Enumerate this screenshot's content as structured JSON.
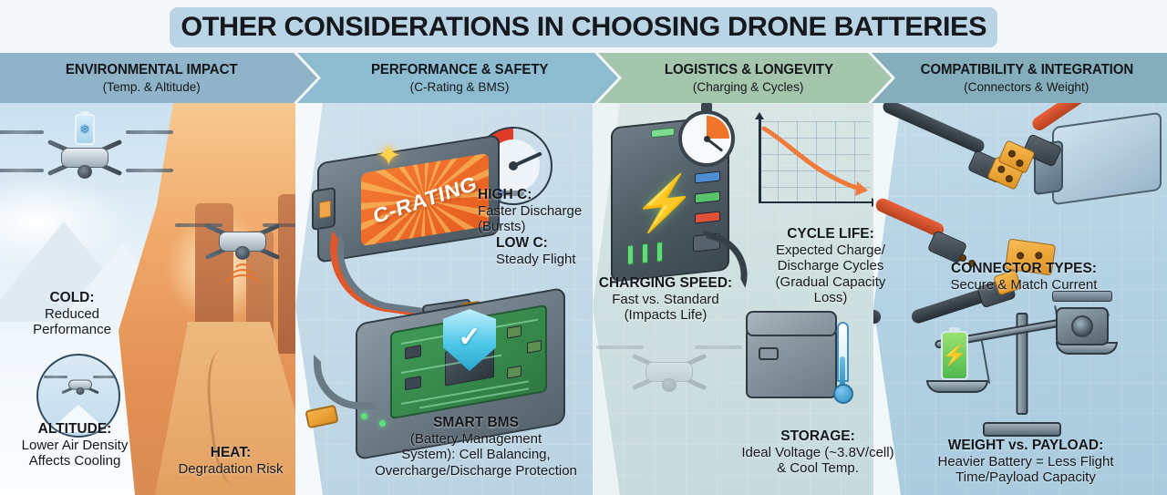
{
  "title": "OTHER CONSIDERATIONS IN CHOOSING DRONE BATTERIES",
  "colors": {
    "header_1": "#8fb3c9",
    "header_2": "#8dbcd1",
    "header_3": "#a4c6ad",
    "header_4": "#85aebd",
    "title_band": "#b9d4e4",
    "accent_orange": "#e8752c",
    "accent_green": "#5fe07a",
    "accent_blue": "#4a90bd"
  },
  "sections": [
    {
      "id": "environmental-impact",
      "header": "ENVIRONMENTAL IMPACT",
      "subheader": "(Temp. & Altitude)",
      "captions": [
        {
          "key": "cold",
          "label": "COLD:",
          "lines": [
            "Reduced",
            "Performance"
          ]
        },
        {
          "key": "altitude",
          "label": "ALTITUDE:",
          "lines": [
            "Lower Air Density",
            "Affects Cooling"
          ]
        },
        {
          "key": "heat",
          "label": "HEAT:",
          "lines": [
            "Degradation Risk"
          ]
        }
      ],
      "icons": [
        "drone-with-cold-battery",
        "snow-mountains",
        "desert-canyon",
        "drone-heat-signal",
        "altitude-badge"
      ]
    },
    {
      "id": "performance-safety",
      "header": "PERFORMANCE & SAFETY",
      "subheader": "(C-Rating & BMS)",
      "battery_label": "C-RATING",
      "captions": [
        {
          "key": "high-c",
          "label": "HIGH C:",
          "lines": [
            "Faster Discharge",
            "(Bursts)"
          ]
        },
        {
          "key": "low-c",
          "label": "LOW C:",
          "lines": [
            "Steady Flight"
          ]
        },
        {
          "key": "smart-bms",
          "label": "SMART BMS",
          "lines": [
            "(Battery Management",
            "System): Cell Balancing,",
            "Overcharge/Discharge Protection"
          ]
        }
      ],
      "icons": [
        "lipo-battery",
        "performance-gauge",
        "xt60-connector",
        "bms-circuit-board",
        "shield-check-icon"
      ]
    },
    {
      "id": "logistics-longevity",
      "header": "LOGISTICS & LONGEVITY",
      "subheader": "(Charging & Cycles)",
      "captions": [
        {
          "key": "cycle-life",
          "label": "CYCLE LIFE:",
          "lines": [
            "Expected Charge/",
            "Discharge Cycles",
            "(Gradual Capacity Loss)"
          ]
        },
        {
          "key": "charging-speed",
          "label": "CHARGING SPEED:",
          "lines": [
            "Fast vs. Standard",
            "(Impacts Life)"
          ]
        },
        {
          "key": "storage",
          "label": "STORAGE:",
          "lines": [
            "Ideal Voltage (~3.8V/cell)",
            "& Cool Temp."
          ]
        }
      ],
      "icons": [
        "charger-station",
        "stopwatch-icon",
        "capacity-decay-chart",
        "storage-case",
        "thermometer-icon"
      ]
    },
    {
      "id": "compatibility-integration",
      "header": "COMPATIBILITY & INTEGRATION",
      "subheader": "(Connectors & Weight)",
      "captions": [
        {
          "key": "connector-types",
          "label": "CONNECTOR TYPES:",
          "lines": [
            "Secure & Match Current"
          ]
        },
        {
          "key": "weight-payload",
          "label": "WEIGHT vs. PAYLOAD:",
          "lines": [
            "Heavier Battery = Less Flight",
            "Time/Payload Capacity"
          ]
        }
      ],
      "icons": [
        "xt60-connectors",
        "battery-pack",
        "balance-scale",
        "battery-icon",
        "camera-icon"
      ]
    }
  ]
}
